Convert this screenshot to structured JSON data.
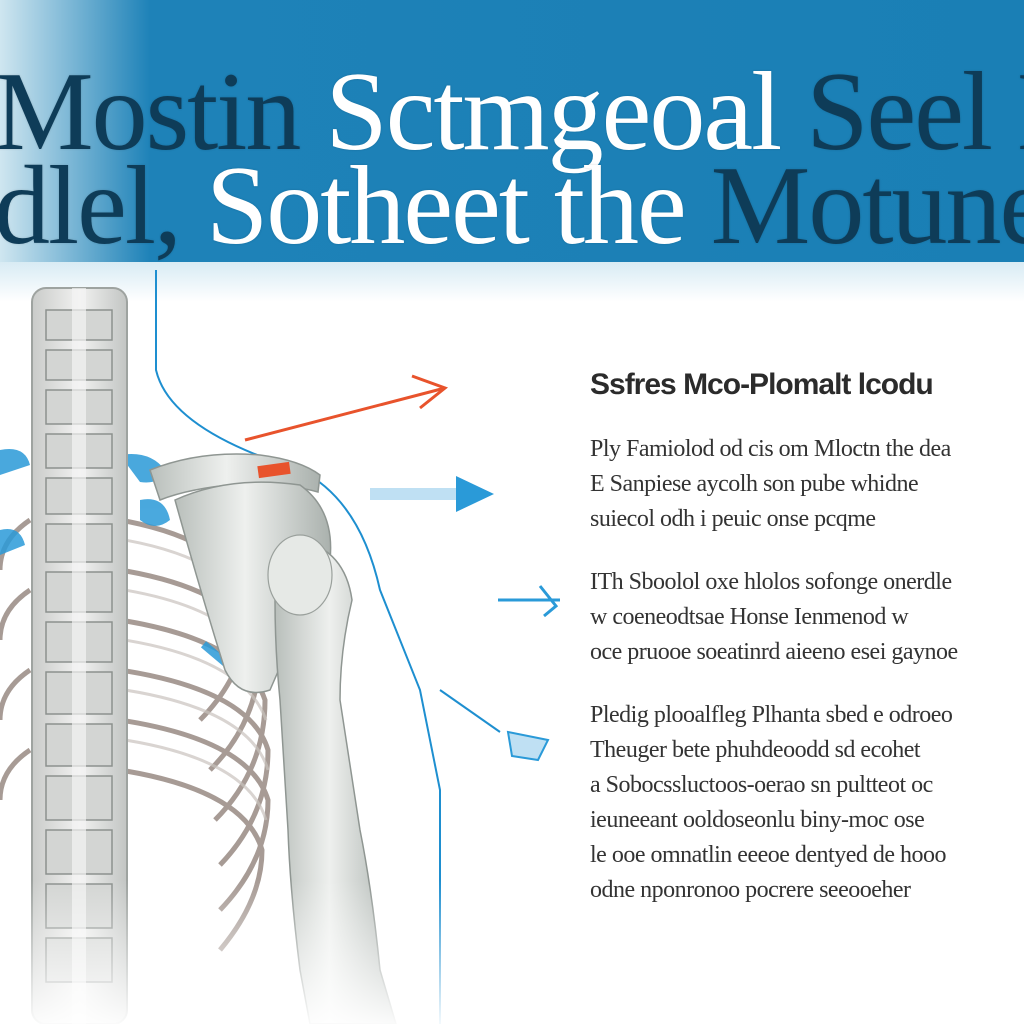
{
  "banner": {
    "title_line1": [
      {
        "text": "Mostin ",
        "tone": "dark"
      },
      {
        "text": "Sctmgeoal ",
        "tone": "white"
      },
      {
        "text": "Seel Mod",
        "tone": "dark"
      }
    ],
    "title_line2": [
      {
        "text": "dlel, ",
        "tone": "dark"
      },
      {
        "text": "Sotheet the ",
        "tone": "white"
      },
      {
        "text": "Motunet",
        "tone": "dark"
      }
    ]
  },
  "panel": {
    "title": "Ssfres Mco-Plomalt lcodu",
    "paragraphs": [
      {
        "lines": [
          "Ply Famiolod od cis om Mloctn the dea",
          "E Sanpiese aycolh son pube whidne",
          "suiecol odh i peuic onse pcqme"
        ]
      },
      {
        "lines": [
          "ITh Sboolol oxe hlolos sofonge onerdle",
          "w coeneodtsae Honse Ienmenod w",
          "oce pruooe soeatinrd aieeno esei gaynoe"
        ]
      },
      {
        "lines": [
          "Pledig plooalfleg Plhanta sbed e odroeo",
          "Theuger bete phuhdeoodd sd ecohet",
          "a Sobocssluctoos-oerao sn pultteot oc",
          "ieuneeant ooldoseonlu biny-moc ose",
          "le ooe omnatlin eeeoe dentyed de hooo",
          "odne nponronoo pocrere seeooeher"
        ]
      }
    ]
  },
  "colors": {
    "banner": "#1a7fb5",
    "guide_line": "#1e8fd0",
    "arrow_orange": "#e8532c",
    "arrow_blue": "#2a9ad8",
    "bone": "#d8dcd8"
  }
}
